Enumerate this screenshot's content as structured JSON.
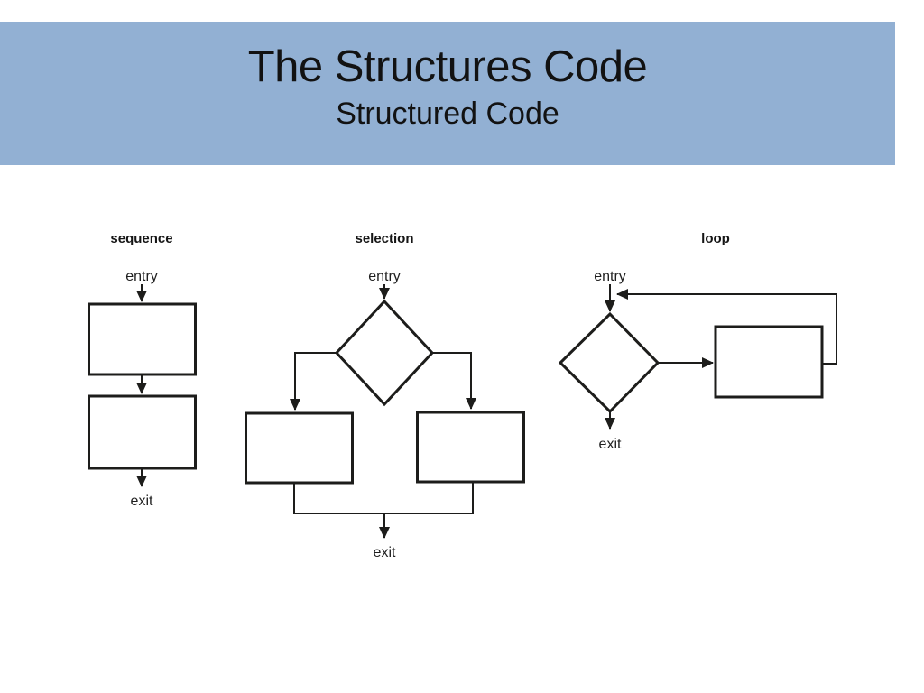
{
  "slide": {
    "title": "The Structures Code",
    "subtitle": "Structured Code"
  },
  "colors": {
    "header_bg": "#92b0d3",
    "title_text": "#121212",
    "line": "#1d1d1b",
    "canvas_bg": "#ffffff"
  },
  "diagrams": {
    "sequence": {
      "label": "sequence",
      "entry": "entry",
      "exit": "exit",
      "nodes": [
        "process",
        "process"
      ],
      "flow": "entry -> process -> process -> exit"
    },
    "selection": {
      "label": "selection",
      "entry": "entry",
      "exit": "exit",
      "nodes": [
        "decision",
        "process",
        "process"
      ],
      "flow": "entry -> decision -> (left process | right process) -> join -> exit"
    },
    "loop": {
      "label": "loop",
      "entry": "entry",
      "exit": "exit",
      "nodes": [
        "decision",
        "process"
      ],
      "flow": "entry -> decision -> process -> back to entry; decision -> exit"
    }
  }
}
